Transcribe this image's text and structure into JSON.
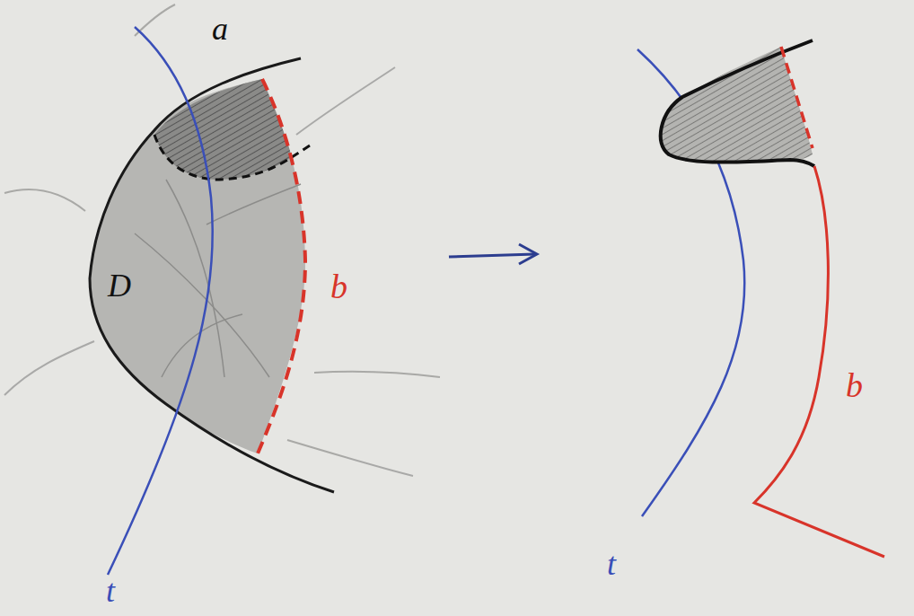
{
  "diagram": {
    "labels": [
      "a",
      "D",
      "b",
      "t",
      "t",
      "b"
    ]
  }
}
